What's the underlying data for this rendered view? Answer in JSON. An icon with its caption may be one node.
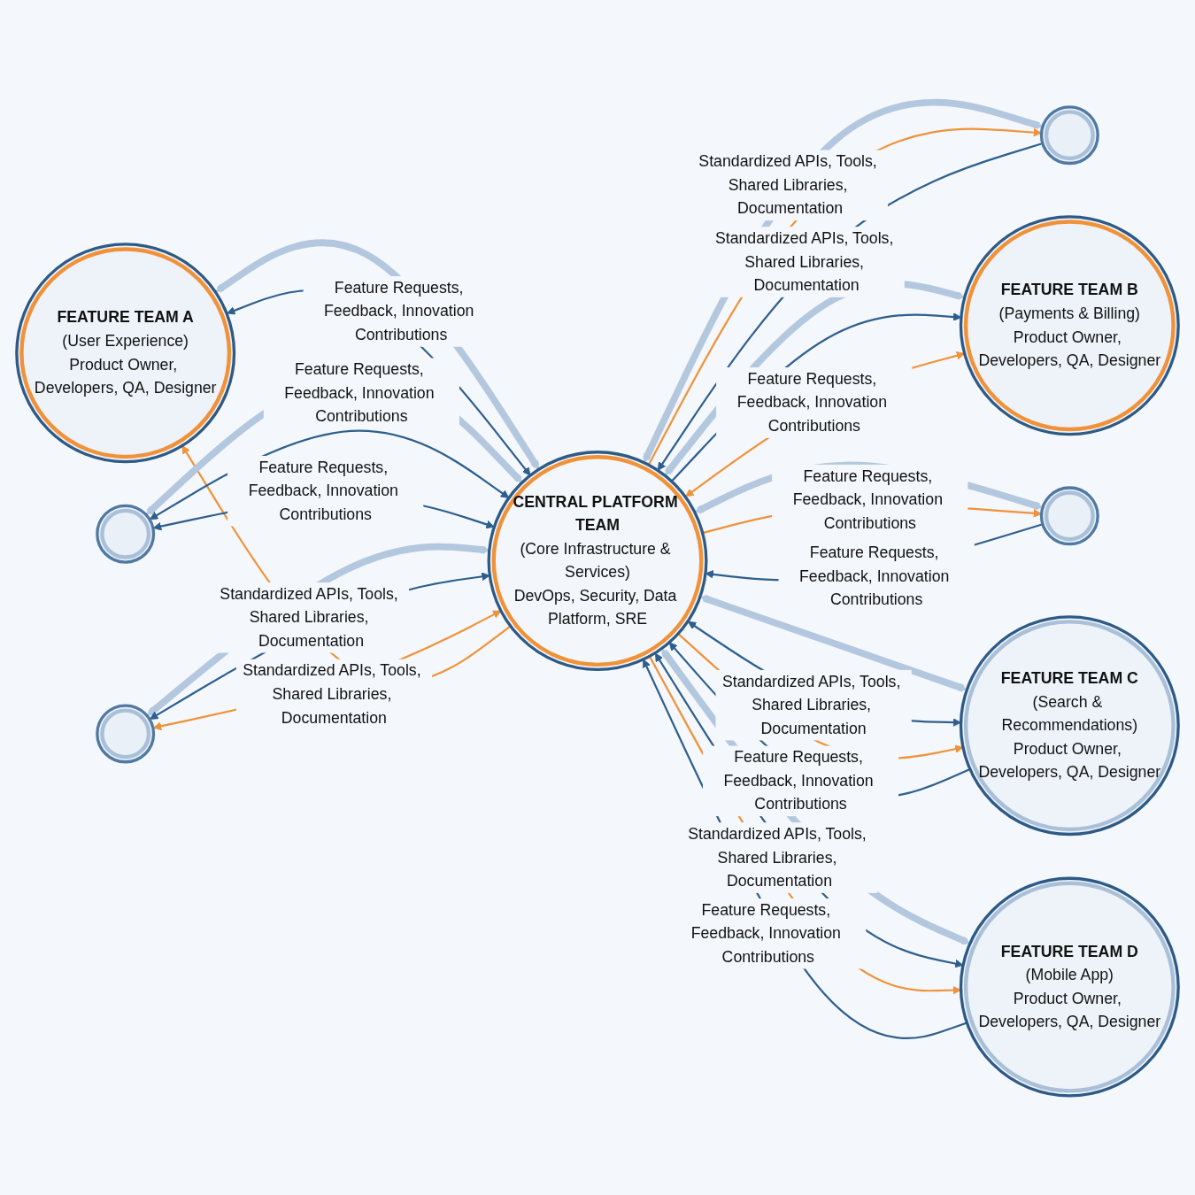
{
  "diagram": {
    "nodes": [
      {
        "text": [
          "FEATURE TEAM A",
          "(User Experience)",
          "Product Owner, Developers, QA, Designer"
        ]
      },
      {
        "text": [],
        "shape": "circle"
      },
      {
        "text": [
          "FEATURE TEAM B",
          "(Payments & Billing)",
          "Product Owner, Developers, QA, Designer"
        ]
      },
      {
        "text": [],
        "shape": "circle"
      },
      {
        "text": [
          "CENTRAL PLATFORM TEAM",
          "(Core Infrastructure & Services)",
          "DevOps, Security, Data Platform, SRE"
        ]
      },
      {
        "text": [],
        "shape": "circle"
      },
      {
        "text": [
          "FEATURE TEAM C",
          "(Search & Recommendations)",
          "Product Owner, Developers, QA, Designer"
        ]
      },
      {
        "text": [],
        "shape": "circle"
      },
      {
        "text": [
          "FEATURE TEAM D",
          "(Mobile App)",
          "Product Owner, Developers, QA, Designer"
        ]
      }
    ],
    "edges": [
      {
        "from": 0,
        "to": 4,
        "arrow": "both",
        "style": "thick",
        "color": "#b3c8de"
      },
      {
        "from": 0,
        "to": 4,
        "arrow": "both",
        "label": "Feature Requests, Feedback, Innovation Contributions"
      },
      {
        "from": 4,
        "to": 0,
        "arrow": "to",
        "color": "#f0923a"
      },
      {
        "from": 4,
        "to": 1,
        "arrow": "both",
        "style": "thick",
        "color": "#b3c8de"
      },
      {
        "from": 1,
        "to": 4,
        "arrow": "to",
        "label": "Standardized APIs, Tools, Shared Libraries, Documentation"
      },
      {
        "from": 4,
        "to": 1,
        "arrow": "to",
        "label": "Standardized APIs, Tools, Shared Libraries, Documentation",
        "color": "#f0923a"
      },
      {
        "from": 4,
        "to": 2,
        "arrow": "both",
        "style": "thick",
        "color": "#b3c8de"
      },
      {
        "from": 4,
        "to": 2,
        "arrow": "to"
      },
      {
        "from": 4,
        "to": 2,
        "arrow": "both",
        "label": "Feature Requests, Feedback, Innovation Contributions",
        "color": "#f0923a"
      },
      {
        "from": 4,
        "to": 3,
        "arrow": "both",
        "style": "thick",
        "color": "#b3c8de"
      },
      {
        "from": 3,
        "to": 4,
        "arrow": "to",
        "label": "Feature Requests, Feedback, Innovation Contributions"
      },
      {
        "from": 4,
        "to": 3,
        "arrow": "to",
        "label": "Feature Requests, Feedback, Innovation Contributions",
        "color": "#f0923a"
      },
      {
        "from": 5,
        "to": 4,
        "arrow": "both",
        "style": "thick",
        "color": "#b3c8de"
      },
      {
        "from": 5,
        "to": 4,
        "arrow": "both",
        "label": "Feature Requests, Feedback, Innovation Contributions"
      },
      {
        "from": 5,
        "to": 4,
        "arrow": "both",
        "label": "Feature Requests, Feedback, Innovation Contributions"
      },
      {
        "from": 4,
        "to": 6,
        "arrow": "both",
        "style": "thick",
        "color": "#b3c8de"
      },
      {
        "from": 4,
        "to": 6,
        "arrow": "both",
        "label": "Standardized APIs, Tools, Shared Libraries, Documentation"
      },
      {
        "from": 4,
        "to": 6,
        "arrow": "to",
        "color": "#f0923a"
      },
      {
        "from": 6,
        "to": 4,
        "arrow": "to",
        "label": "Feature Requests, Feedback, Innovation Contributions"
      },
      {
        "from": 7,
        "to": 4,
        "arrow": "both",
        "style": "thick",
        "color": "#b3c8de"
      },
      {
        "from": 7,
        "to": 4,
        "arrow": "both",
        "label": "Standardized APIs, Tools, Shared Libraries, Documentation"
      },
      {
        "from": 7,
        "to": 4,
        "arrow": "both",
        "label": "Standardized APIs, Tools, Shared Libraries, Documentation",
        "color": "#f0923a"
      },
      {
        "from": 4,
        "to": 8,
        "arrow": "both",
        "style": "thick",
        "color": "#b3c8de"
      },
      {
        "from": 4,
        "to": 8,
        "arrow": "both",
        "label": "Standardized APIs, Tools, Shared Libraries, Documentation"
      },
      {
        "from": 8,
        "to": 4,
        "arrow": "to",
        "label": "Feature Requests, Feedback, Innovation Contributions"
      },
      {
        "from": 4,
        "to": 8,
        "arrow": "to",
        "color": "#f0923a"
      }
    ]
  }
}
